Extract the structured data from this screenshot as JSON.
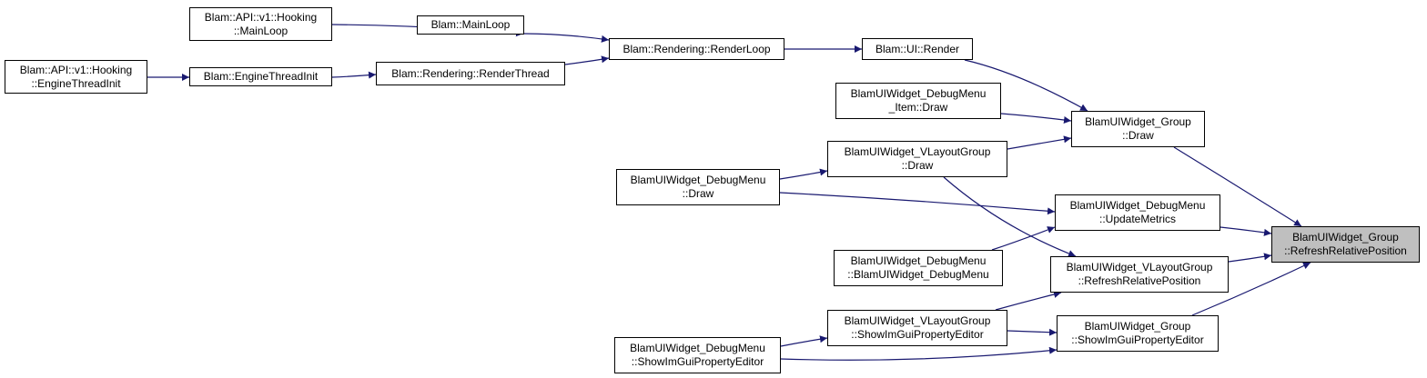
{
  "colors": {
    "edge": "#191970",
    "node_border": "#000000",
    "node_fill": "#ffffff",
    "focus_fill": "#bfbfbf"
  },
  "nodes": {
    "api_mainloop": {
      "line1": "Blam::API::v1::Hooking",
      "line2": "::MainLoop"
    },
    "mainloop": {
      "line1": "Blam::MainLoop"
    },
    "api_enginethreadinit": {
      "line1": "Blam::API::v1::Hooking",
      "line2": "::EngineThreadInit"
    },
    "enginethreadinit": {
      "line1": "Blam::EngineThreadInit"
    },
    "renderthread": {
      "line1": "Blam::Rendering::RenderThread"
    },
    "renderloop": {
      "line1": "Blam::Rendering::RenderLoop"
    },
    "ui_render": {
      "line1": "Blam::UI::Render"
    },
    "debugmenu_item_draw": {
      "line1": "BlamUIWidget_DebugMenu",
      "line2": "_Item::Draw"
    },
    "group_draw": {
      "line1": "BlamUIWidget_Group",
      "line2": "::Draw"
    },
    "vlayout_draw": {
      "line1": "BlamUIWidget_VLayoutGroup",
      "line2": "::Draw"
    },
    "debugmenu_draw": {
      "line1": "BlamUIWidget_DebugMenu",
      "line2": "::Draw"
    },
    "debugmenu_updatemetrics": {
      "line1": "BlamUIWidget_DebugMenu",
      "line2": "::UpdateMetrics"
    },
    "group_refresh": {
      "line1": "BlamUIWidget_Group",
      "line2": "::RefreshRelativePosition"
    },
    "debugmenu_ctor": {
      "line1": "BlamUIWidget_DebugMenu",
      "line2": "::BlamUIWidget_DebugMenu"
    },
    "vlayout_refresh": {
      "line1": "BlamUIWidget_VLayoutGroup",
      "line2": "::RefreshRelativePosition"
    },
    "vlayout_showimgui": {
      "line1": "BlamUIWidget_VLayoutGroup",
      "line2": "::ShowImGuiPropertyEditor"
    },
    "group_showimgui": {
      "line1": "BlamUIWidget_Group",
      "line2": "::ShowImGuiPropertyEditor"
    },
    "debugmenu_showimgui": {
      "line1": "BlamUIWidget_DebugMenu",
      "line2": "::ShowImGuiPropertyEditor"
    }
  }
}
